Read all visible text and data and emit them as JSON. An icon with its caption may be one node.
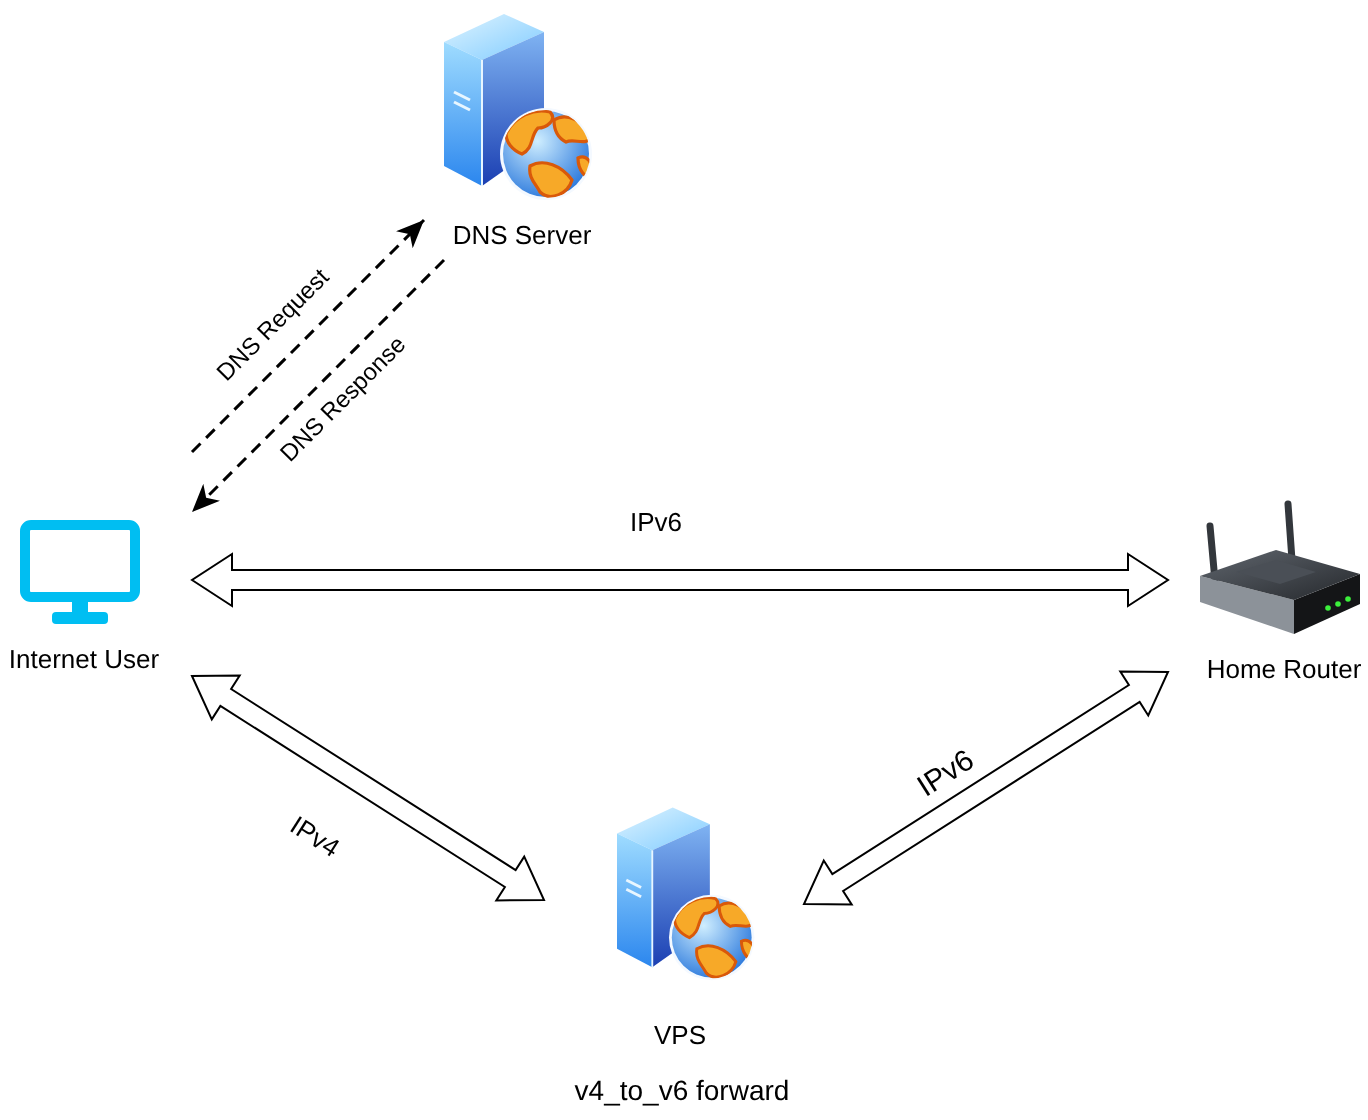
{
  "diagram": {
    "nodes": [
      {
        "text": [
          "DNS Server"
        ]
      },
      {
        "text": [
          "Internet User"
        ]
      },
      {
        "text": [
          "Home Router"
        ]
      },
      {
        "text": [
          "VPS"
        ],
        "beside": [
          "v4_to_v6 forward"
        ]
      }
    ],
    "edges": [
      {
        "from": 1,
        "to": 0,
        "arrow": "to",
        "label": "DNS Request",
        "style": "dashed"
      },
      {
        "from": 0,
        "to": 1,
        "arrow": "to",
        "label": "DNS Response",
        "style": "dashed"
      },
      {
        "from": 1,
        "to": 2,
        "arrow": "both",
        "label": "IPv6",
        "style": "thick"
      },
      {
        "from": 1,
        "to": 3,
        "arrow": "both",
        "label": "IPv4",
        "style": "thick"
      },
      {
        "from": 3,
        "to": 2,
        "arrow": "both",
        "label": "IPv6",
        "style": "thick"
      }
    ]
  }
}
